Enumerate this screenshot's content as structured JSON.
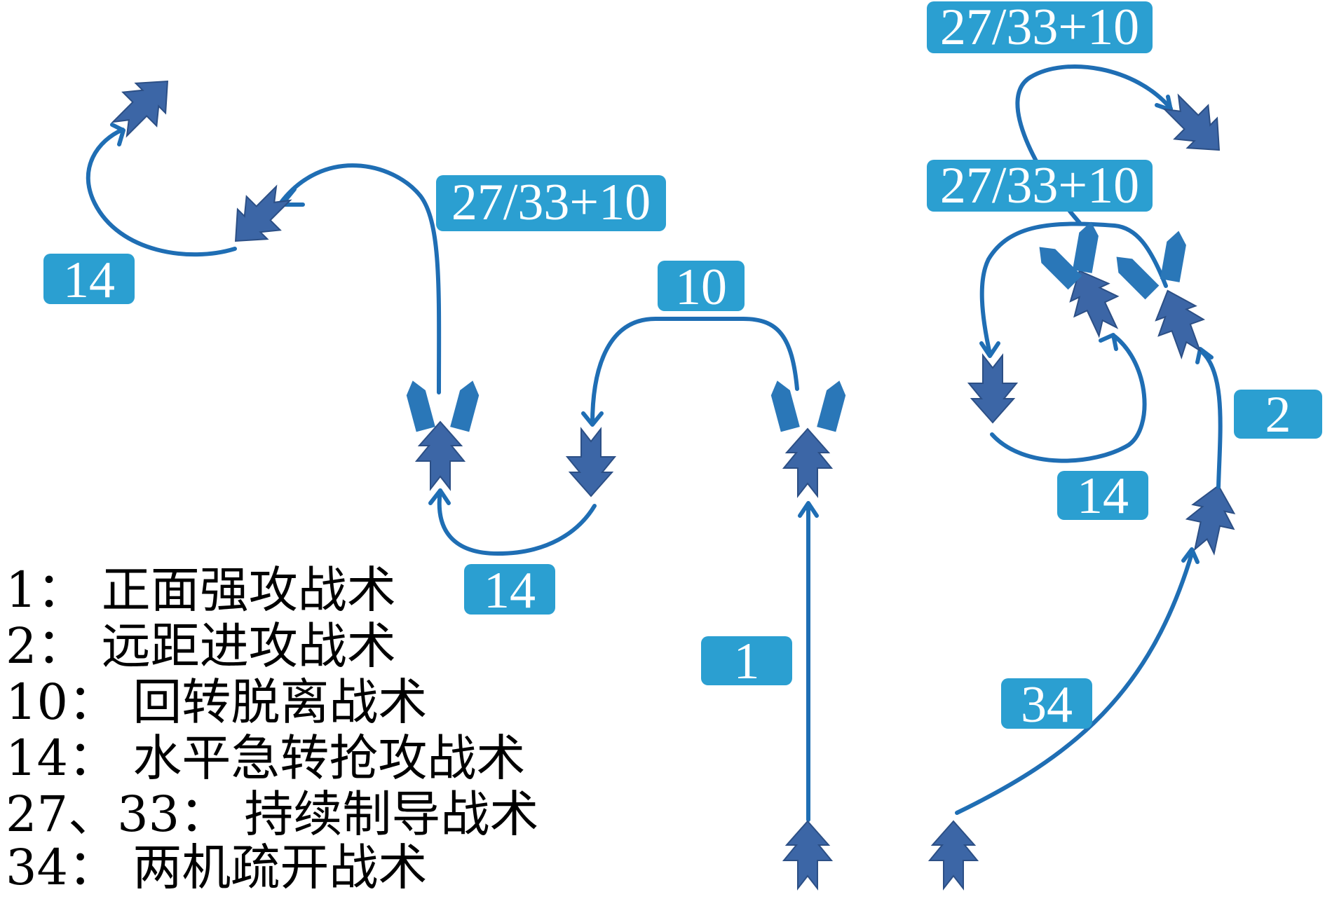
{
  "diagram": {
    "tags": {
      "t1": "1",
      "t2": "2",
      "t10": "10",
      "t14_left": "14",
      "t14_mid": "14",
      "t14_right": "14",
      "t34": "34",
      "t27_left": "27/33+10",
      "t27_right_top": "27/33+10",
      "t27_right_mid": "27/33+10"
    },
    "legend": [
      "1：  正面强攻战术",
      "2：  远距进攻战术",
      "10：  回转脱离战术",
      "14：  水平急转抢攻战术",
      "27、33：  持续制导战术",
      "34：  两机疏开战术"
    ],
    "colors": {
      "tag_fill": "#2b9fd1",
      "path_stroke": "#1f6eb4",
      "aircraft_fill": "#3c66a6",
      "ship_fill": "#2a77b8"
    }
  }
}
